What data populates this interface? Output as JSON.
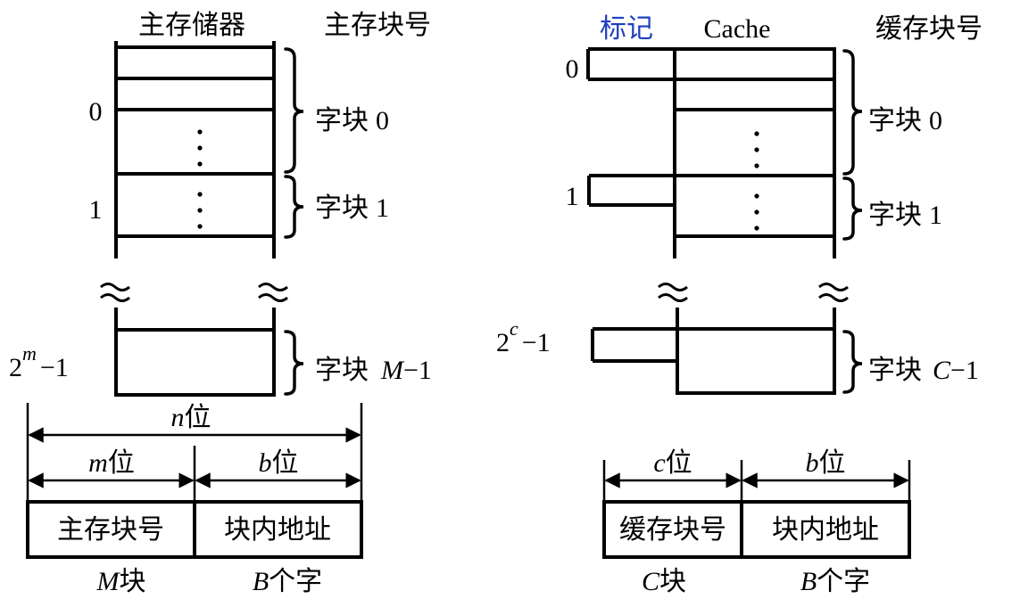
{
  "main": {
    "title": "主存储器",
    "column_label": "主存块号",
    "row_labels": {
      "first": "0",
      "second": "1"
    },
    "last_label": {
      "base": "2",
      "exp": "m",
      "suffix": "−1"
    },
    "block_word": "字块",
    "block_numbers": {
      "first": "0",
      "second": "1"
    },
    "last_block": {
      "var": "M",
      "suffix": "−1"
    }
  },
  "cache": {
    "tag_label": "标记",
    "title": "Cache",
    "column_label": "缓存块号",
    "row_labels": {
      "first": "0",
      "second": "1"
    },
    "last_label": {
      "base": "2",
      "exp": "c",
      "suffix": "−1"
    },
    "block_word": "字块",
    "block_numbers": {
      "first": "0",
      "second": "1"
    },
    "last_block": {
      "var": "C",
      "suffix": "−1"
    }
  },
  "main_address": {
    "total": {
      "var": "n",
      "unit": "位"
    },
    "left": {
      "var": "m",
      "unit": "位"
    },
    "right": {
      "var": "b",
      "unit": "位"
    },
    "field_left": "主存块号",
    "field_right": "块内地址",
    "below_left": {
      "var": "M",
      "unit": "块"
    },
    "below_right": {
      "var": "B",
      "unit": "个字"
    }
  },
  "cache_address": {
    "left": {
      "var": "c",
      "unit": "位"
    },
    "right": {
      "var": "b",
      "unit": "位"
    },
    "field_left": "缓存块号",
    "field_right": "块内地址",
    "below_left": {
      "var": "C",
      "unit": "块"
    },
    "below_right": {
      "var": "B",
      "unit": "个字"
    }
  }
}
